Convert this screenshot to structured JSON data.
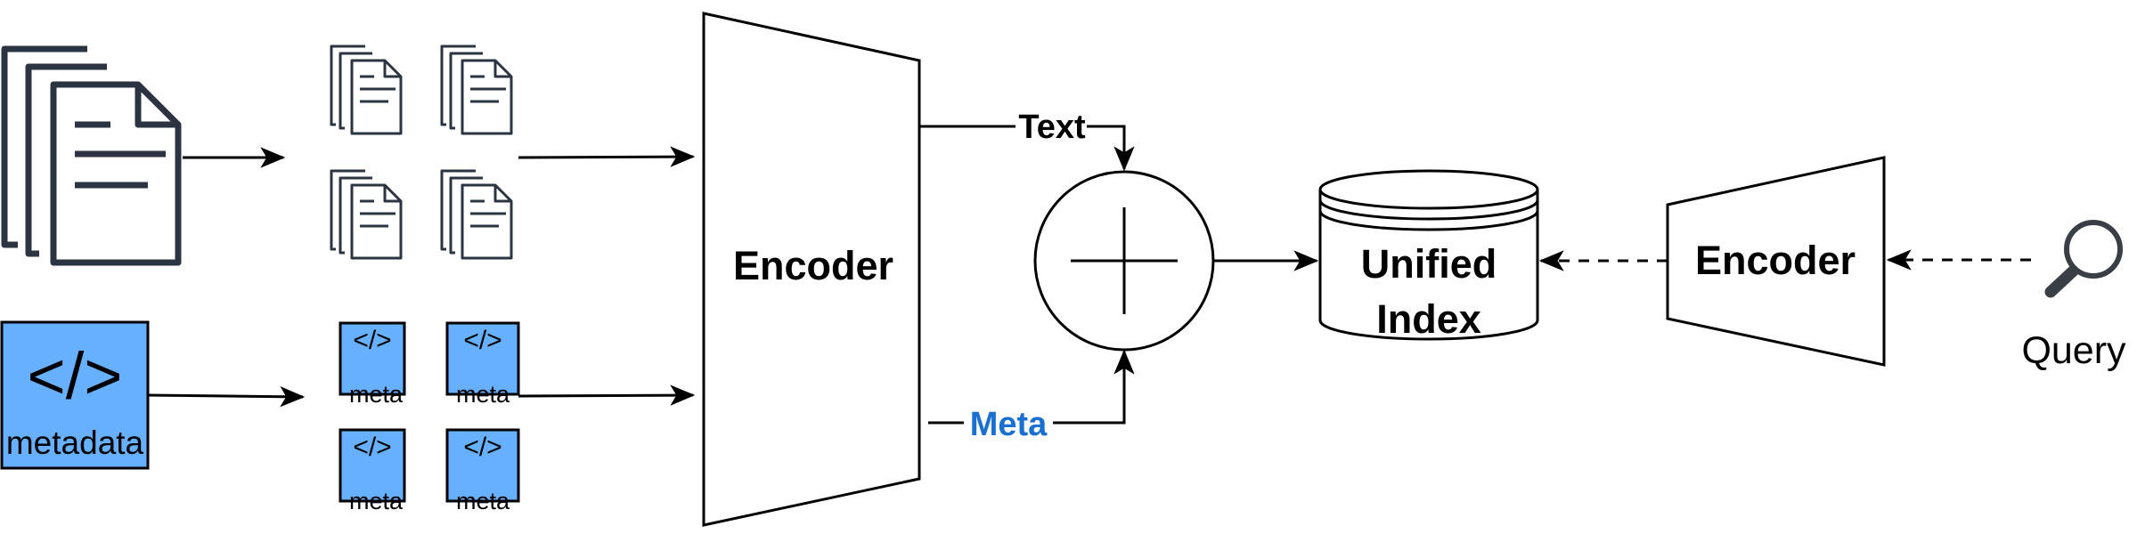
{
  "colors": {
    "stroke": "#000000",
    "doc_icon": "#2b3440",
    "meta_fill": "#66b0ff",
    "meta_label": "#1a6fd0",
    "background": "#ffffff"
  },
  "icons": {
    "documents": "documents-stack-icon",
    "small_documents": "document-stack-icon",
    "metadata": "code-tag-icon",
    "query": "magnifying-glass-icon"
  },
  "labels": {
    "metadata_box": "metadata",
    "metadata_glyph": "</>",
    "meta_chip": "meta",
    "encoder_main": "Encoder",
    "text_arrow": "Text",
    "meta_arrow": "Meta",
    "index_line1": "Unified",
    "index_line2": "Index",
    "encoder_query": "Encoder",
    "query": "Query"
  }
}
